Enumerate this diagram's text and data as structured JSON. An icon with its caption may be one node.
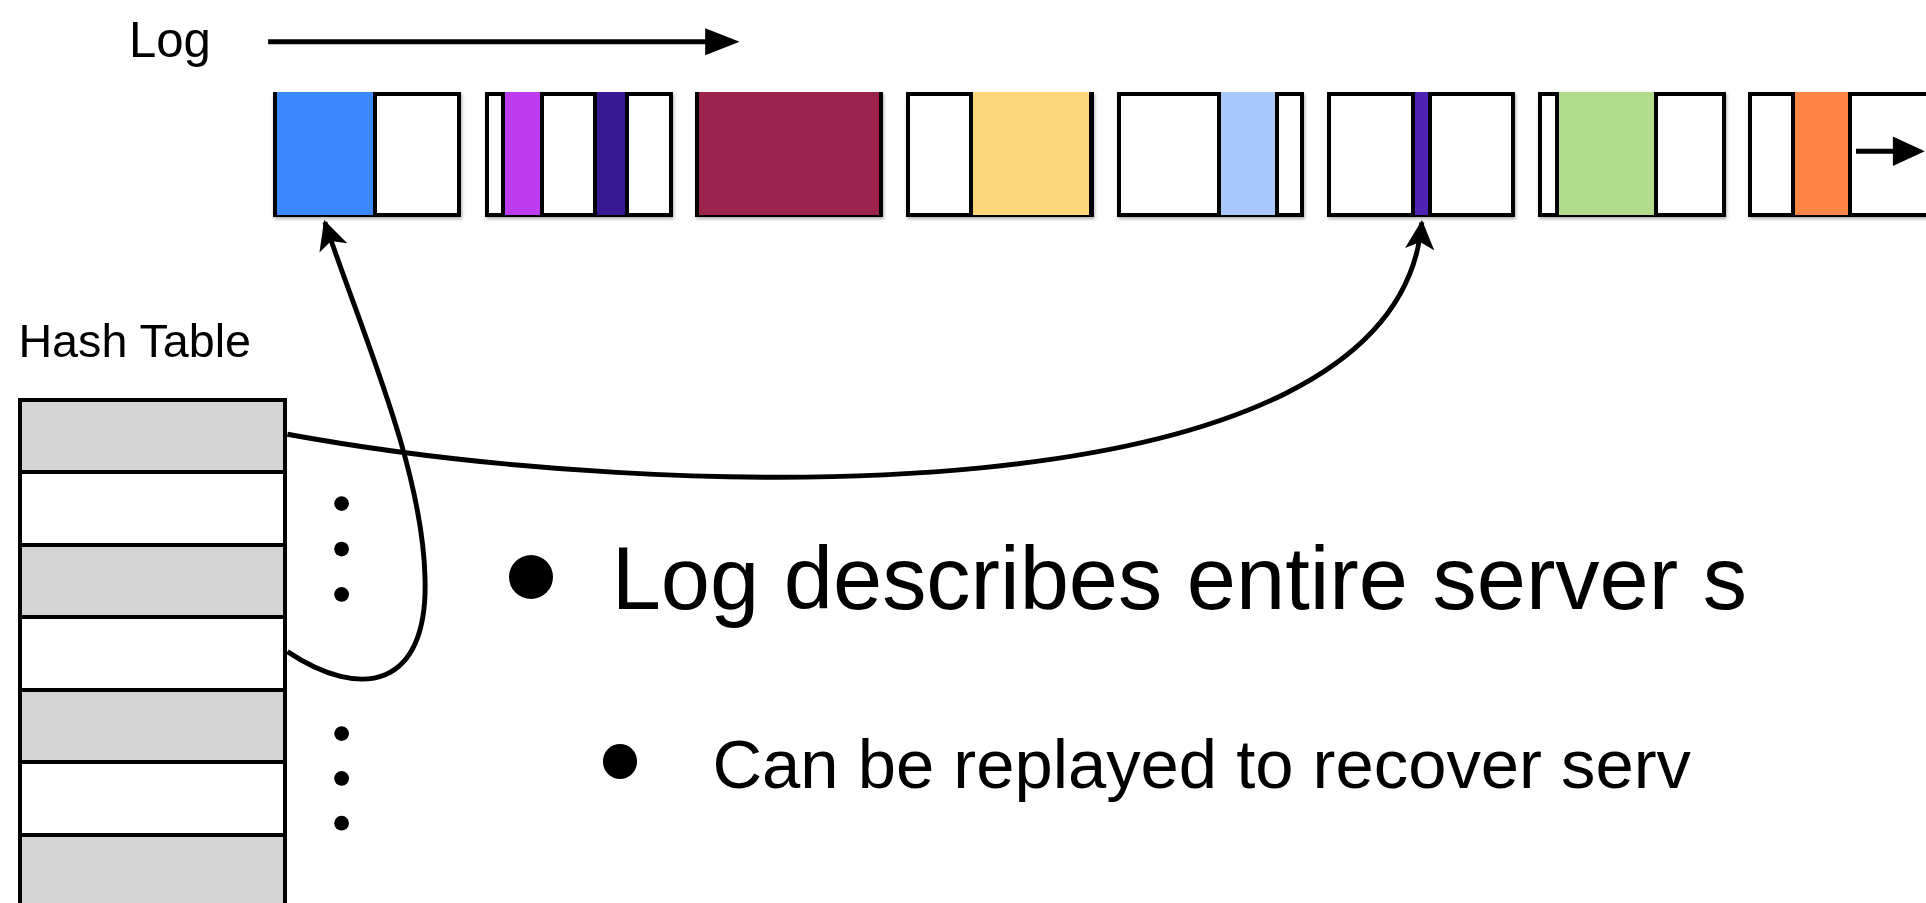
{
  "diagram": {
    "nodes": [
      {
        "text": [
          "Hash Table"
        ]
      },
      {
        "text": [],
        "shape": "box",
        "in": 0
      },
      {
        "text": [],
        "shape": "box",
        "in": 0
      },
      {
        "text": [],
        "shape": "box",
        "in": 0
      },
      {
        "text": [],
        "shape": "box",
        "in": 0
      },
      {
        "text": [],
        "shape": "box",
        "in": 0
      },
      {
        "text": [],
        "shape": "box",
        "in": 0
      },
      {
        "text": [],
        "shape": "box",
        "in": 0
      },
      {
        "text": [],
        "shape": "box"
      },
      {
        "text": [],
        "shape": "bar",
        "in": 8
      },
      {
        "text": [],
        "shape": "box"
      },
      {
        "text": [],
        "shape": "bar",
        "in": 10
      },
      {
        "text": [],
        "shape": "bar",
        "in": 10
      },
      {
        "text": [],
        "shape": "box"
      },
      {
        "text": [],
        "shape": "bar",
        "in": 13
      },
      {
        "text": [],
        "shape": "box"
      },
      {
        "text": [],
        "shape": "bar",
        "in": 15
      },
      {
        "text": [],
        "shape": "box"
      },
      {
        "text": [],
        "shape": "bar",
        "in": 17
      },
      {
        "text": [],
        "shape": "box"
      },
      {
        "text": [],
        "shape": "bar",
        "in": 19
      },
      {
        "text": [],
        "shape": "box"
      },
      {
        "text": [],
        "shape": "bar",
        "in": 21
      },
      {
        "text": [],
        "shape": "box"
      },
      {
        "text": [],
        "shape": "bar",
        "in": 23
      }
    ],
    "edges": [
      {
        "from": 1,
        "to": 20,
        "arrow": "to"
      },
      {
        "from": 4,
        "to": 9,
        "arrow": "to"
      }
    ],
    "labels": [
      "Log",
      "Log describes entire server s",
      "Can be replayed to recover serv"
    ]
  }
}
